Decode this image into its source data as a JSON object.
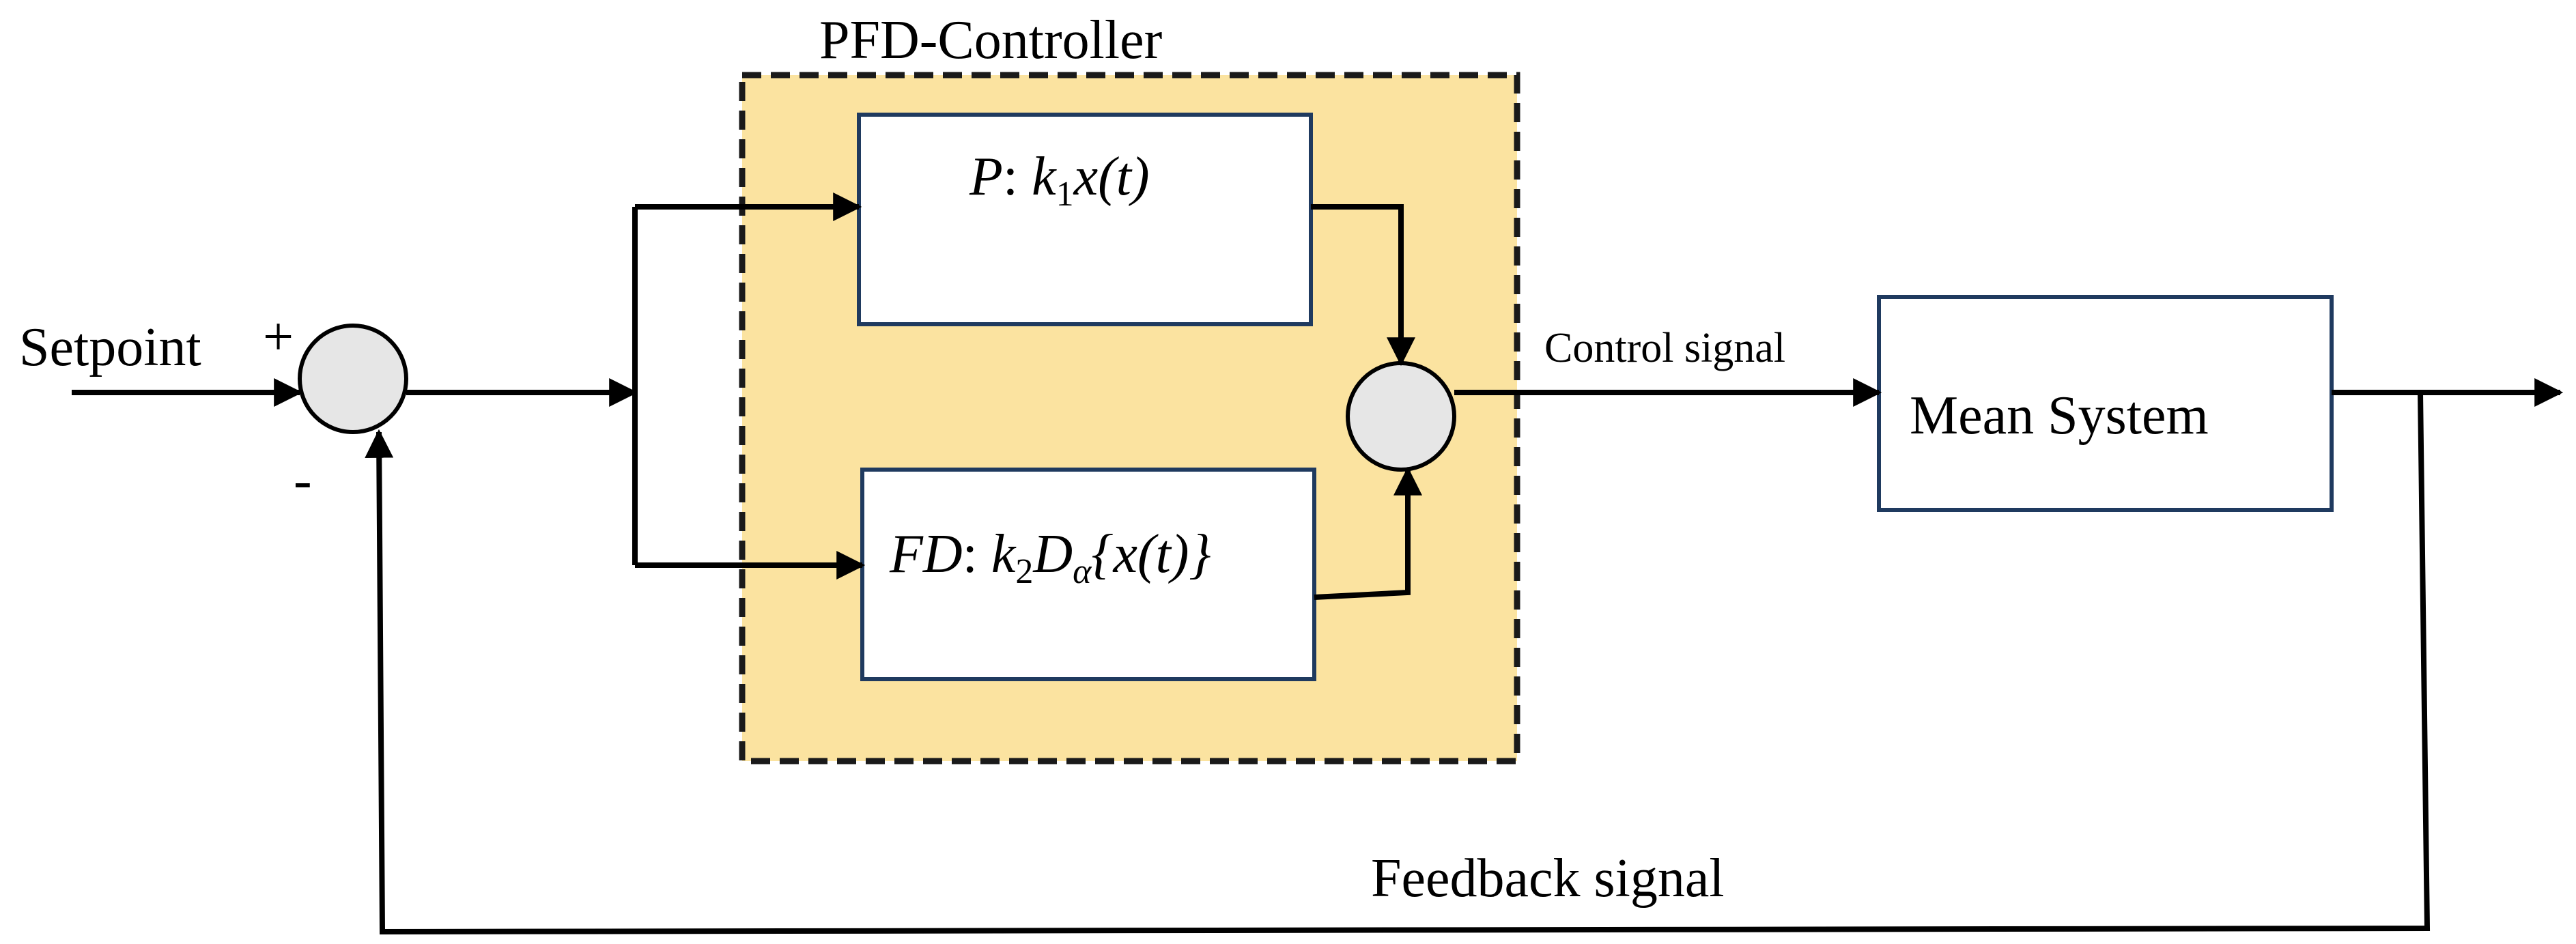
{
  "title": "PFD-Controller",
  "colors": {
    "controller_fill": "#fbe3a0",
    "controller_border": "#1a1a1a",
    "block_border": "#1f3a5f",
    "summing_fill": "#e6e6e6",
    "line": "#000000"
  },
  "labels": {
    "setpoint": "Setpoint",
    "plus": "+",
    "minus": "-",
    "control_signal": "Control signal",
    "feedback_signal": "Feedback signal"
  },
  "blocks": {
    "p": {
      "name": "P",
      "sep": ": ",
      "gain": "k",
      "gain_sub": "1",
      "expr": "x(t)"
    },
    "fd": {
      "name": "FD",
      "sep": ": ",
      "gain": "k",
      "gain_sub": "2",
      "op": "D",
      "op_sub": "α",
      "expr": "{x(t)}"
    },
    "plant": {
      "label": "Mean System"
    }
  }
}
